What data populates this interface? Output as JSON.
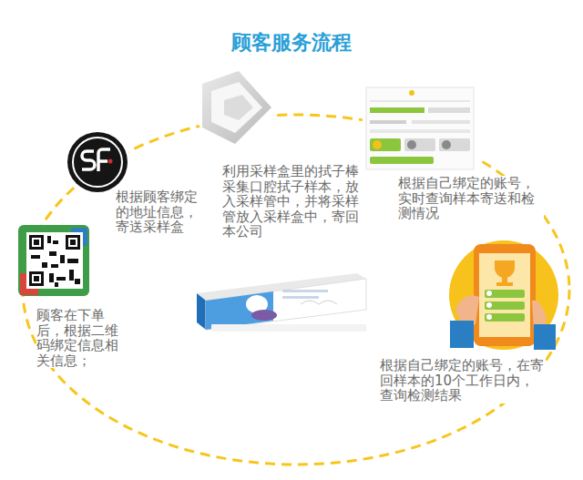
{
  "diagram": {
    "title": "顾客服务流程",
    "labels": [
      "顾客在下单后，根据二维码绑定信息相关信息；",
      "根据顾客绑定的地址信息，寄送采样盒",
      "利用采样盒里的拭子棒采集口腔拭子样本，放入采样管中，并将采样管放入采样盒中，寄回本公司",
      "根据自己绑定的账号，实时查询样本寄送和检测情况",
      "根据自己绑定的账号，在寄回样本的10个工作日内，查询检测结果"
    ]
  }
}
